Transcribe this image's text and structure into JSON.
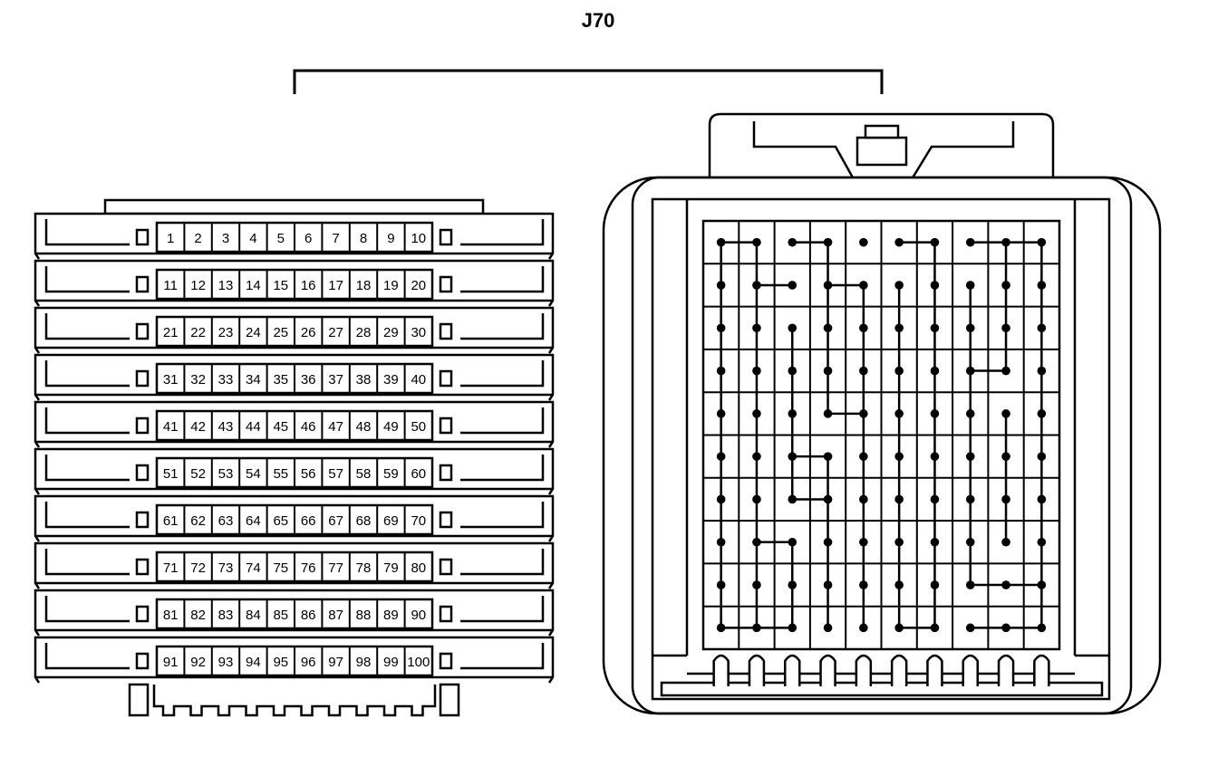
{
  "connector": {
    "name": "J70"
  },
  "pin_rows": [
    [
      "1",
      "2",
      "3",
      "4",
      "5",
      "6",
      "7",
      "8",
      "9",
      "10"
    ],
    [
      "11",
      "12",
      "13",
      "14",
      "15",
      "16",
      "17",
      "18",
      "19",
      "20"
    ],
    [
      "21",
      "22",
      "23",
      "24",
      "25",
      "26",
      "27",
      "28",
      "29",
      "30"
    ],
    [
      "31",
      "32",
      "33",
      "34",
      "35",
      "36",
      "37",
      "38",
      "39",
      "40"
    ],
    [
      "41",
      "42",
      "43",
      "44",
      "45",
      "46",
      "47",
      "48",
      "49",
      "50"
    ],
    [
      "51",
      "52",
      "53",
      "54",
      "55",
      "56",
      "57",
      "58",
      "59",
      "60"
    ],
    [
      "61",
      "62",
      "63",
      "64",
      "65",
      "66",
      "67",
      "68",
      "69",
      "70"
    ],
    [
      "71",
      "72",
      "73",
      "74",
      "75",
      "76",
      "77",
      "78",
      "79",
      "80"
    ],
    [
      "81",
      "82",
      "83",
      "84",
      "85",
      "86",
      "87",
      "88",
      "89",
      "90"
    ],
    [
      "91",
      "92",
      "93",
      "94",
      "95",
      "96",
      "97",
      "98",
      "99",
      "100"
    ]
  ],
  "face": {
    "columns": 10,
    "rows": 10,
    "colors": {
      "line": "#000000",
      "background": "#ffffff"
    }
  }
}
